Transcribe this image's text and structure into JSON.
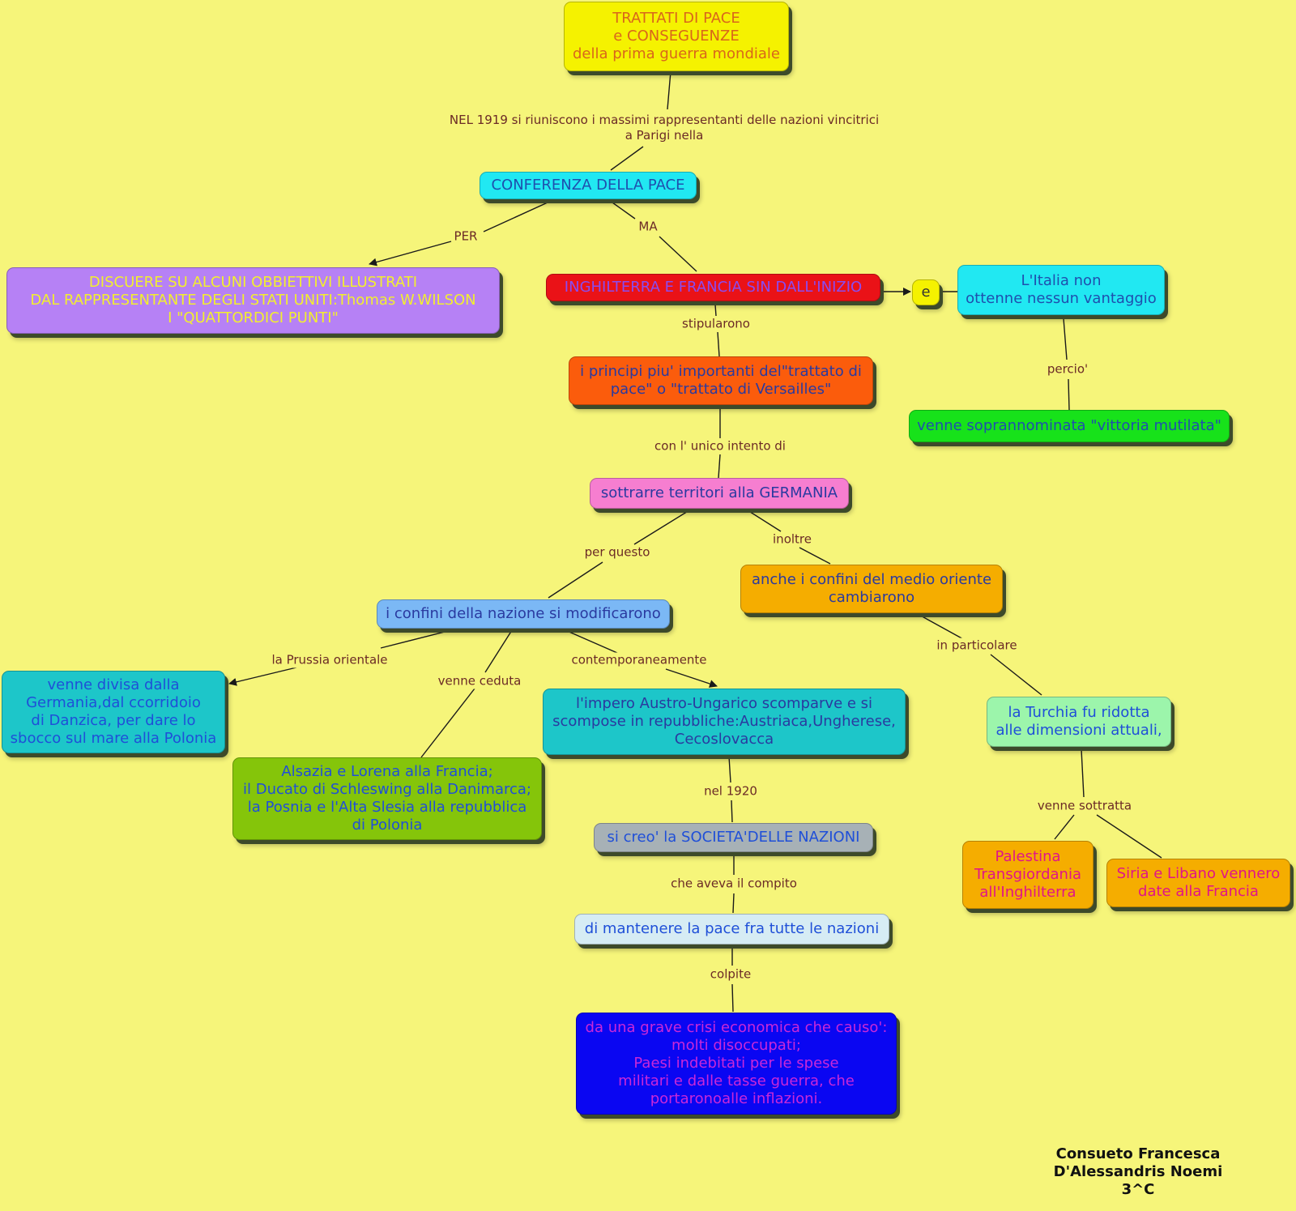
{
  "nodes": {
    "title": {
      "lines": [
        "TRATTATI DI PACE",
        "e CONSEGUENZE",
        "della prima guerra mondiale"
      ],
      "bg": "#f5f200",
      "color": "#d9661b"
    },
    "conferenza": {
      "lines": [
        "CONFERENZA DELLA PACE"
      ],
      "bg": "#21e8f2",
      "color": "#1f4fae"
    },
    "discuere": {
      "lines": [
        "DISCUERE SU ALCUNI OBBIETTIVI ILLUSTRATI",
        "DAL RAPPRESENTANTE DEGLI STATI UNITI:Thomas W.WILSON",
        "I \"QUATTORDICI PUNTI\""
      ],
      "bg": "#b681f5",
      "color": "#f2ef2e"
    },
    "inghilterra": {
      "lines": [
        "INGHILTERRA E FRANCIA SIN DALL'INIZIO"
      ],
      "bg": "#ea1217",
      "color": "#8a4cf0"
    },
    "e": {
      "lines": [
        "e"
      ],
      "bg": "#f5f200",
      "color": "#333333"
    },
    "italia": {
      "lines": [
        "L'Italia non",
        "ottenne nessun vantaggio"
      ],
      "bg": "#21e8f2",
      "color": "#1f4fae"
    },
    "vittoria": {
      "lines": [
        "venne soprannominata \"vittoria mutilata\""
      ],
      "bg": "#17e21a",
      "color": "#1f4fae"
    },
    "principi": {
      "lines": [
        "i principi piu' importanti del\"trattato di",
        "pace\" o \"trattato di Versailles\""
      ],
      "bg": "#fb5c0c",
      "color": "#2a3aa0"
    },
    "sottrarre": {
      "lines": [
        "sottrarre territori alla GERMANIA"
      ],
      "bg": "#f67ed0",
      "color": "#2a3aa0"
    },
    "confini": {
      "lines": [
        "i confini della nazione si modificarono"
      ],
      "bg": "#7bb8f5",
      "color": "#2a3aa0"
    },
    "medio": {
      "lines": [
        "anche i confini del medio oriente",
        "cambiarono"
      ],
      "bg": "#f5ad00",
      "color": "#2a3aa0"
    },
    "divisa": {
      "lines": [
        "venne divisa dalla",
        "Germania,dal ccorridoio",
        "di Danzica, per dare lo",
        "sbocco sul mare alla Polonia"
      ],
      "bg": "#1dc6c9",
      "color": "#1f4fd8"
    },
    "alsazia": {
      "lines": [
        "Alsazia e Lorena alla Francia;",
        "il Ducato di Schleswing alla Danimarca;",
        "la Posnia e l'Alta Slesia alla repubblica",
        "di Polonia"
      ],
      "bg": "#85c50a",
      "color": "#1f4fd8"
    },
    "impero": {
      "lines": [
        "l'impero Austro-Ungarico scomparve e si",
        "scompose in repubbliche:Austriaca,Ungherese,",
        "Cecoslovacca"
      ],
      "bg": "#1dc6c9",
      "color": "#2a3aa0"
    },
    "turchia": {
      "lines": [
        "la Turchia fu ridotta",
        "alle dimensioni attuali,"
      ],
      "bg": "#9cf5ab",
      "color": "#1f4fd8"
    },
    "palestina": {
      "lines": [
        "Palestina",
        "Transgiordania",
        "all'Inghilterra"
      ],
      "bg": "#f5ad00",
      "color": "#e0148a"
    },
    "siria": {
      "lines": [
        "Siria e Libano vennero",
        "date alla Francia"
      ],
      "bg": "#f5ad00",
      "color": "#e0148a"
    },
    "societa": {
      "lines": [
        "si creo' la SOCIETA'DELLE NAZIONI"
      ],
      "bg": "#a7b1b6",
      "color": "#1f4fd8"
    },
    "mantenere": {
      "lines": [
        "di mantenere la pace fra tutte le nazioni"
      ],
      "bg": "#d6ecf4",
      "color": "#1f4fd8"
    },
    "crisi": {
      "lines": [
        "da una grave crisi economica che causo':",
        "molti disoccupati;",
        "Paesi indebitati per le spese",
        "militari e dalle tasse guerra, che",
        "portaronoalle inflazioni."
      ],
      "bg": "#0a06f2",
      "color": "#c928d8"
    }
  },
  "labels": {
    "nel1919": [
      "NEL 1919 si riuniscono i massimi rappresentanti delle nazioni vincitrici",
      "a Parigi nella"
    ],
    "per": [
      "PER"
    ],
    "ma": [
      "MA"
    ],
    "stipularono": [
      "stipularono"
    ],
    "percio": [
      "percio'"
    ],
    "intento": [
      "con l' unico intento di"
    ],
    "perquesto": [
      "per questo"
    ],
    "inoltre": [
      "inoltre"
    ],
    "prussia": [
      "la Prussia orientale"
    ],
    "ceduta": [
      "venne ceduta"
    ],
    "contemp": [
      "contemporaneamente"
    ],
    "particolare": [
      "in particolare"
    ],
    "nel1920": [
      "nel 1920"
    ],
    "sottratta": [
      "venne sottratta"
    ],
    "compito": [
      "che aveva il compito"
    ],
    "colpite": [
      "colpite"
    ]
  },
  "credits": [
    "Consueto Francesca",
    "D'Alessandris Noemi",
    "3^C"
  ],
  "colors": {
    "background": "#f6f57a",
    "link": "#1a1a1a",
    "label_text": "#6b2a26"
  }
}
